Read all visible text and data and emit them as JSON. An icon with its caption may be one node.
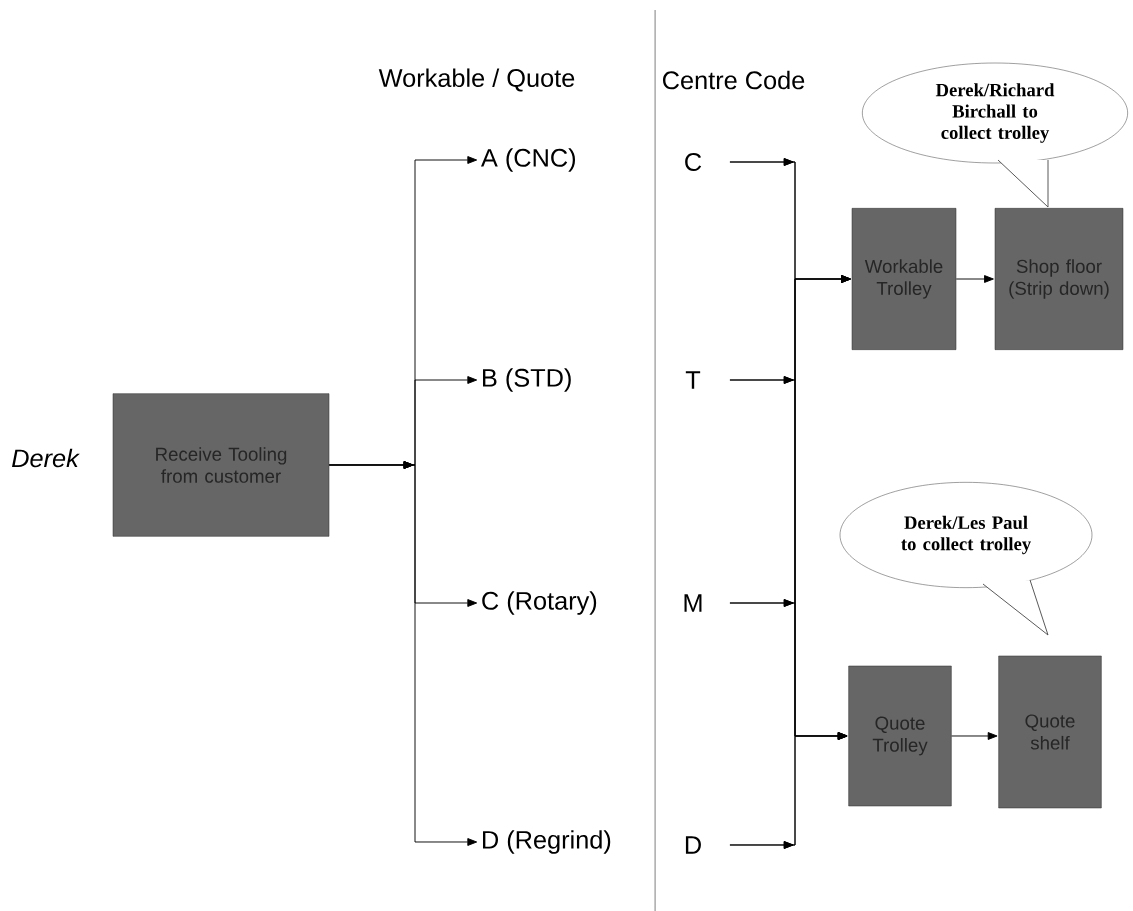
{
  "diagram": {
    "nodes": [
      {
        "text": [
          "Receive Tooling from customer"
        ]
      },
      {
        "text": [
          "A (CNC)"
        ]
      },
      {
        "text": [
          "B (STD)"
        ]
      },
      {
        "text": [
          "C (Rotary)"
        ]
      },
      {
        "text": [
          "D (Regrind)"
        ]
      },
      {
        "text": [
          "C"
        ]
      },
      {
        "text": [
          "T"
        ]
      },
      {
        "text": [
          "M"
        ]
      },
      {
        "text": [
          "D"
        ]
      },
      {
        "text": [
          "Workable Trolley"
        ]
      },
      {
        "text": [
          "Shop floor (Strip down)"
        ]
      },
      {
        "text": [
          "Quote Trolley"
        ]
      },
      {
        "text": [
          "Quote shelf"
        ]
      },
      {
        "text": [
          "Derek/Richard Birchall to collect trolley"
        ]
      },
      {
        "text": [
          "Derek/Les Paul to collect trolley"
        ]
      }
    ],
    "edges": [
      {
        "from": 0,
        "to": 1,
        "arrow": "to"
      },
      {
        "from": 0,
        "to": 2,
        "arrow": "to"
      },
      {
        "from": 0,
        "to": 3,
        "arrow": "to"
      },
      {
        "from": 0,
        "to": 4,
        "arrow": "to"
      },
      {
        "from": 5,
        "to": 9,
        "arrow": "to"
      },
      {
        "from": 5,
        "to": 11,
        "arrow": "to"
      },
      {
        "from": 6,
        "to": 9,
        "arrow": "to"
      },
      {
        "from": 6,
        "to": 11,
        "arrow": "to"
      },
      {
        "from": 7,
        "to": 9,
        "arrow": "to"
      },
      {
        "from": 7,
        "to": 11,
        "arrow": "to"
      },
      {
        "from": 8,
        "to": 9,
        "arrow": "to"
      },
      {
        "from": 8,
        "to": 11,
        "arrow": "to"
      },
      {
        "from": 9,
        "to": 10,
        "arrow": "to"
      },
      {
        "from": 11,
        "to": 12,
        "arrow": "to"
      }
    ],
    "labels": [
      "Derek",
      "Workable / Quote",
      "Centre Code"
    ]
  }
}
